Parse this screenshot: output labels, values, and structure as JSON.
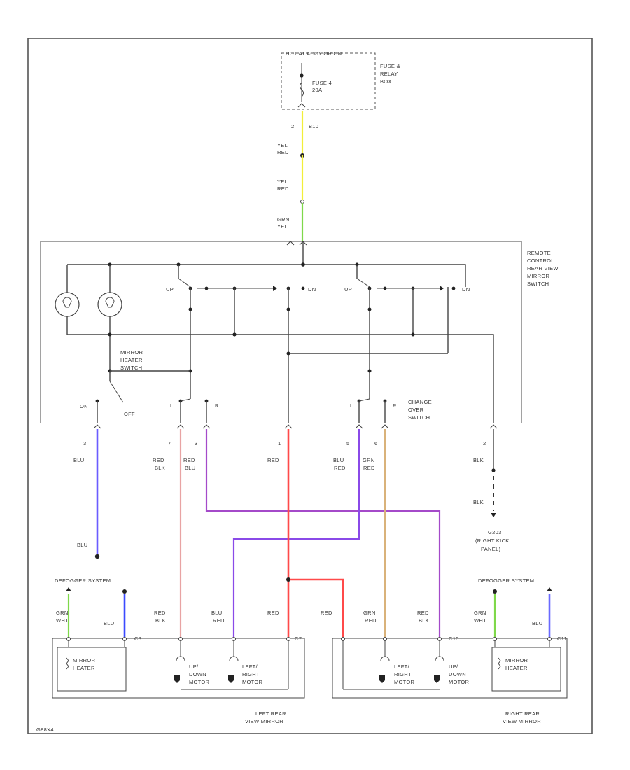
{
  "fuse_box": {
    "hot_label": "HOT AT ACCY OR ON",
    "box_label": [
      "FUSE &",
      "RELAY",
      "BOX"
    ],
    "fuse": [
      "FUSE 4",
      "20A"
    ],
    "pin": "2",
    "pin_id": "B10"
  },
  "supply_wires": [
    {
      "code": [
        "YEL",
        "RED"
      ],
      "color": "#f2ee3a"
    },
    {
      "code": [
        "YEL",
        "RED"
      ],
      "color": "#f2ee3a"
    },
    {
      "code": [
        "GRN",
        "YEL"
      ],
      "color": "#7fd84a"
    }
  ],
  "switch_assembly": {
    "label": [
      "REMOTE",
      "CONTROL",
      "REAR VIEW",
      "MIRROR",
      "SWITCH"
    ],
    "heater_switch_label": [
      "MIRROR",
      "HEATER",
      "SWITCH"
    ],
    "on_label": "ON",
    "off_label": "OFF",
    "change_over_label": [
      "CHANGE",
      "OVER",
      "SWITCH"
    ],
    "contact_labels": {
      "left_l": "L",
      "left_r": "R",
      "right_l": "L",
      "right_r": "R"
    },
    "direction_labels": {
      "up_left": "UP",
      "dn_left": "DN",
      "up_right": "UP",
      "dn_right": "DN"
    }
  },
  "switch_pins": [
    {
      "pin": "3",
      "code": [
        "BLU"
      ],
      "color": "#6a5cff"
    },
    {
      "pin": "7",
      "code": [
        "RED",
        "BLK"
      ],
      "color": "#e8a3a3"
    },
    {
      "pin": "3",
      "code": [
        "RED",
        "BLU"
      ],
      "color": "#a44ac9"
    },
    {
      "pin": "1",
      "code": [
        "RED"
      ],
      "color": "#ff4a4a"
    },
    {
      "pin": "5",
      "code": [
        "BLU",
        "RED"
      ],
      "color": "#8a4ae8"
    },
    {
      "pin": "6",
      "code": [
        "GRN",
        "RED"
      ],
      "color": "#d9b27a"
    },
    {
      "pin": "2",
      "code": [
        "BLK"
      ],
      "color": "#333333"
    }
  ],
  "ground": {
    "code_mid": "BLK",
    "label": [
      "G203",
      "(RIGHT KICK",
      "PANEL)"
    ]
  },
  "blu_end_label": "BLU",
  "left_mirror": {
    "defogger_label": "DEFOGGER SYSTEM",
    "wires": [
      {
        "code": [
          "GRN",
          "WHT"
        ],
        "color": "#7fd84a"
      },
      {
        "code": [
          "BLU"
        ],
        "color": "#3a4aff"
      },
      {
        "code": [
          "RED",
          "BLK"
        ],
        "color": "#e8a3a3"
      },
      {
        "code": [
          "BLU",
          "RED"
        ],
        "color": "#6a4ae8"
      },
      {
        "code": [
          "RED"
        ],
        "color": "#ff4a4a"
      }
    ],
    "connector_ids": [
      "C8",
      "C7"
    ],
    "heater_label": [
      "MIRROR",
      "HEATER"
    ],
    "motor1_label": [
      "UP/",
      "DOWN",
      "MOTOR"
    ],
    "motor2_label": [
      "LEFT/",
      "RIGHT",
      "MOTOR"
    ],
    "title": [
      "LEFT REAR",
      "VIEW MIRROR"
    ]
  },
  "right_mirror": {
    "defogger_label": "DEFOGGER SYSTEM",
    "wires": [
      {
        "code": [
          "RED"
        ],
        "color": "#ff4a4a"
      },
      {
        "code": [
          "GRN",
          "RED"
        ],
        "color": "#d9b27a"
      },
      {
        "code": [
          "RED",
          "BLK"
        ],
        "color": "#e8a3a3"
      },
      {
        "code": [
          "GRN",
          "WHT"
        ],
        "color": "#7fd84a"
      },
      {
        "code": [
          "BLU"
        ],
        "color": "#6a6aff"
      }
    ],
    "connector_ids": [
      "C10",
      "C11"
    ],
    "heater_label": [
      "MIRROR",
      "HEATER"
    ],
    "motor1_label": [
      "LEFT/",
      "RIGHT",
      "MOTOR"
    ],
    "motor2_label": [
      "UP/",
      "DOWN",
      "MOTOR"
    ],
    "title": [
      "RIGHT REAR",
      "VIEW MIRROR"
    ]
  },
  "footer_code": "G88X4"
}
